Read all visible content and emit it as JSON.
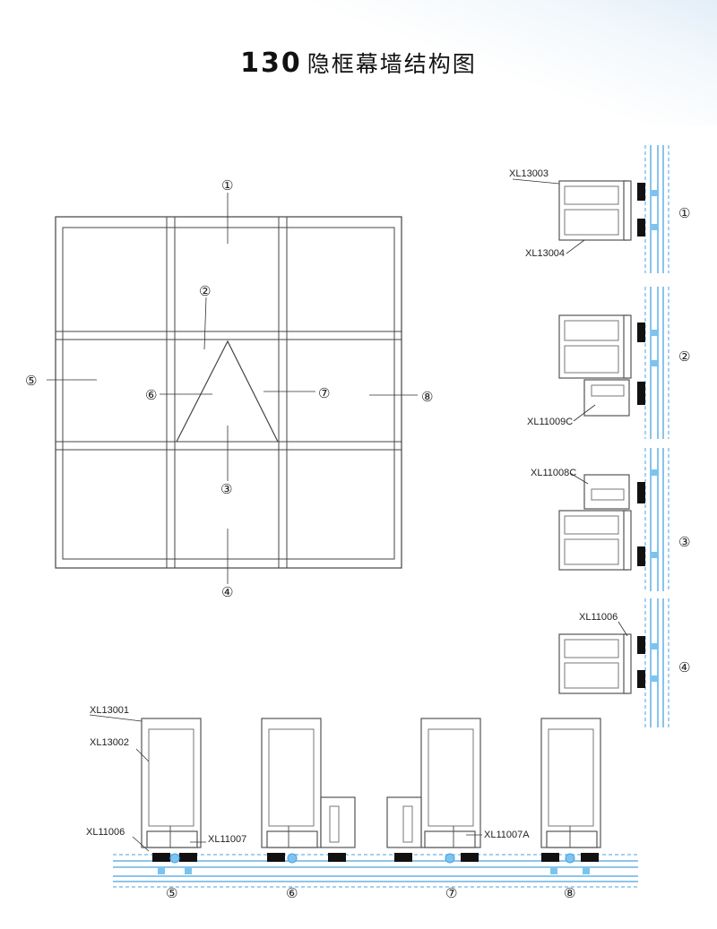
{
  "title": {
    "number": "130",
    "text": "隐框幕墙结构图"
  },
  "elevation_markers": [
    "①",
    "②",
    "③",
    "④",
    "⑤",
    "⑥",
    "⑦",
    "⑧"
  ],
  "section_markers": [
    "①",
    "②",
    "③",
    "④"
  ],
  "horizontal_markers": [
    "⑤",
    "⑥",
    "⑦",
    "⑧"
  ],
  "part_labels": {
    "xl13003": "XL13003",
    "xl13004": "XL13004",
    "xl11009c": "XL11009C",
    "xl11008c": "XL11008C",
    "xl11006_right": "XL11006",
    "xl13001": "XL13001",
    "xl13002": "XL13002",
    "xl11006_bottom": "XL11006",
    "xl11007": "XL11007",
    "xl11007a": "XL11007A"
  },
  "colors": {
    "glass": "#4aa3df",
    "profile": "#555555",
    "gasket": "#111111",
    "bg_tint": "#e3eef8"
  }
}
